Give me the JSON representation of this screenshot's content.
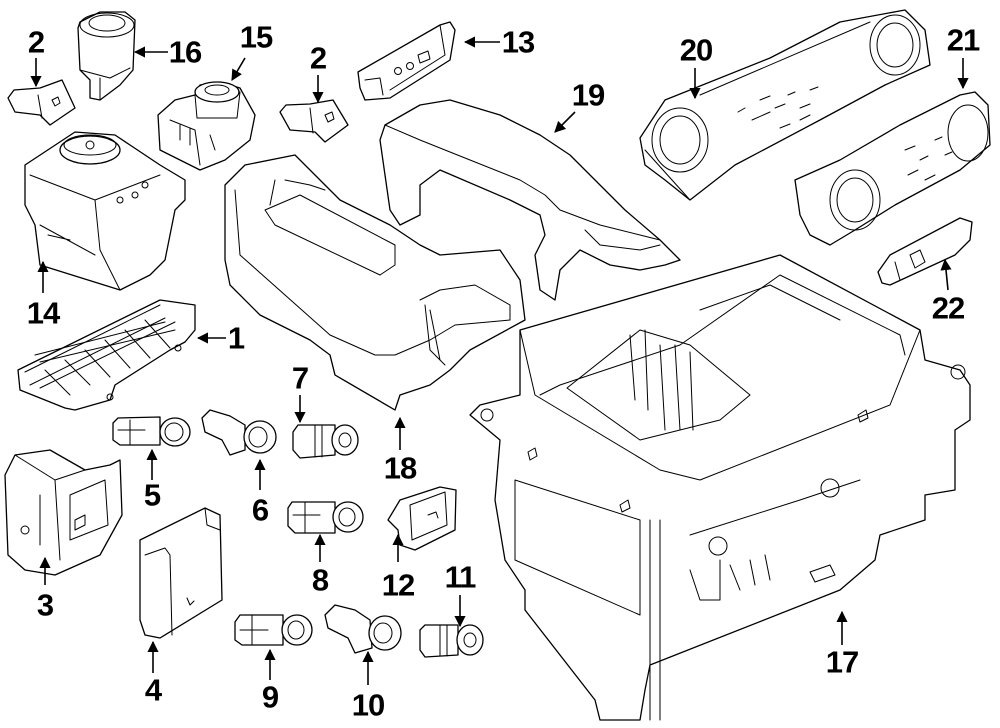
{
  "diagram": {
    "title": "Center console and switches parts diagram",
    "line_color": "#000000",
    "background": "#ffffff",
    "callouts": [
      {
        "id": "c1",
        "label": "1"
      },
      {
        "id": "c2a",
        "label": "2"
      },
      {
        "id": "c2b",
        "label": "2"
      },
      {
        "id": "c3",
        "label": "3"
      },
      {
        "id": "c4",
        "label": "4"
      },
      {
        "id": "c5",
        "label": "5"
      },
      {
        "id": "c6",
        "label": "6"
      },
      {
        "id": "c7",
        "label": "7"
      },
      {
        "id": "c8",
        "label": "8"
      },
      {
        "id": "c9",
        "label": "9"
      },
      {
        "id": "c10",
        "label": "10"
      },
      {
        "id": "c11",
        "label": "11"
      },
      {
        "id": "c12",
        "label": "12"
      },
      {
        "id": "c13",
        "label": "13"
      },
      {
        "id": "c14",
        "label": "14"
      },
      {
        "id": "c15",
        "label": "15"
      },
      {
        "id": "c16",
        "label": "16"
      },
      {
        "id": "c17",
        "label": "17"
      },
      {
        "id": "c18",
        "label": "18"
      },
      {
        "id": "c19",
        "label": "19"
      },
      {
        "id": "c20",
        "label": "20"
      },
      {
        "id": "c21",
        "label": "21"
      },
      {
        "id": "c22",
        "label": "22"
      }
    ],
    "parts": [
      {
        "callout": "1",
        "name": "switch-panel-grid"
      },
      {
        "callout": "2",
        "name": "rocker-switch"
      },
      {
        "callout": "3",
        "name": "control-module-bracket"
      },
      {
        "callout": "4",
        "name": "electronic-module"
      },
      {
        "callout": "5",
        "name": "sensor"
      },
      {
        "callout": "6",
        "name": "sensor-angled"
      },
      {
        "callout": "7",
        "name": "sensor-round"
      },
      {
        "callout": "8",
        "name": "sensor"
      },
      {
        "callout": "9",
        "name": "sensor"
      },
      {
        "callout": "10",
        "name": "sensor-angled"
      },
      {
        "callout": "11",
        "name": "sensor-round"
      },
      {
        "callout": "12",
        "name": "push-switch"
      },
      {
        "callout": "13",
        "name": "switch-block"
      },
      {
        "callout": "14",
        "name": "controller-knob-unit"
      },
      {
        "callout": "15",
        "name": "rotary-knob-switch"
      },
      {
        "callout": "16",
        "name": "start-stop-button"
      },
      {
        "callout": "17",
        "name": "gear-selector-housing"
      },
      {
        "callout": "18",
        "name": "console-trim"
      },
      {
        "callout": "19",
        "name": "console-cover"
      },
      {
        "callout": "20",
        "name": "climate-control-panel"
      },
      {
        "callout": "21",
        "name": "climate-control-panel-rear"
      },
      {
        "callout": "22",
        "name": "hazard-switch"
      }
    ]
  }
}
